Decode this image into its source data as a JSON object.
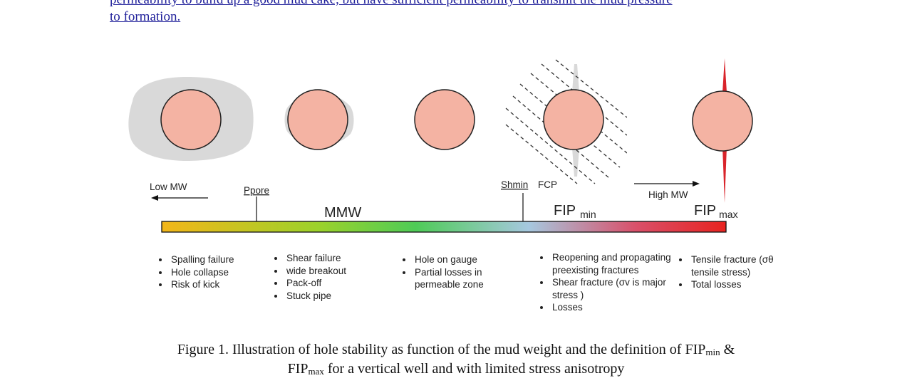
{
  "header_text": {
    "line1": "permeability to build up a good mud cake, but have sufficient permeability to transmit the mud pressure",
    "line2": "to formation."
  },
  "diagram": {
    "colors": {
      "hole_fill": "#f4b3a3",
      "failure_zone": "#d9d9d9",
      "tensile_fracture": "#d9242b",
      "gradient": [
        "#f3b619",
        "#9bd22b",
        "#4ecb57",
        "#a6c8df",
        "#d9506a",
        "#e8231f"
      ]
    },
    "labels": {
      "low_mw": "Low MW",
      "ppore": "Ppore",
      "mmw": "MMW",
      "shmin": "Shmin",
      "fcp": "FCP",
      "fip": "FIP",
      "min": "min",
      "high_mw": "High MW",
      "max": "max"
    },
    "notes": [
      {
        "items": [
          "Spalling failure",
          "Hole collapse",
          "Risk of kick"
        ]
      },
      {
        "items": [
          "Shear failure",
          "wide breakout",
          "Pack-off",
          "Stuck pipe"
        ]
      },
      {
        "items": [
          "Hole on gauge",
          "Partial losses in permeable zone"
        ]
      },
      {
        "items": [
          "Reopening and propagating preexisting fractures",
          "Shear fracture (σv is major stress )",
          "Losses"
        ]
      },
      {
        "items": [
          "Tensile fracture (σθ tensile stress)",
          "Total losses"
        ]
      }
    ]
  },
  "caption": {
    "line1_part1": "Figure 1. Illustration of hole stability as function of the mud weight and the definition of FIP",
    "line1_sub": "min",
    "line1_part2": " &",
    "line2_part1": "FIP",
    "line2_sub": "max",
    "line2_part2": " for a vertical well and with limited stress anisotropy"
  }
}
